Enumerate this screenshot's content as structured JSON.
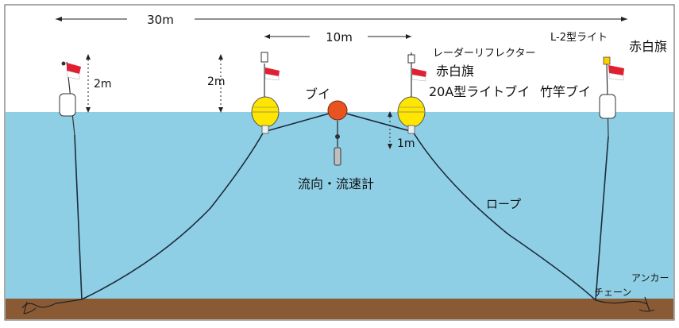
{
  "dimensions": {
    "total_span": "30m",
    "inner_span": "10m",
    "flag_height_left": "2m",
    "flag_height_mid": "2m",
    "sensor_depth": "1m"
  },
  "labels": {
    "buoy": "ブイ",
    "radar_reflector": "レーダーリフレクター",
    "red_white_flag_mid": "赤白旗",
    "light_buoy_20a": "20A型ライトブイ",
    "light_l2": "L-2型ライト",
    "red_white_flag_right": "赤白旗",
    "bamboo_buoy": "竹竿ブイ",
    "current_meter": "流向・流速計",
    "rope": "ロープ",
    "anchor": "アンカー",
    "chain": "チェーン"
  },
  "colors": {
    "sky": "#ffffff",
    "water": "#8fcfe6",
    "seabed": "#8a5a35",
    "buoy_yellow": "#ffe600",
    "buoy_orange": "#e8531f",
    "flag_red": "#e02030"
  }
}
